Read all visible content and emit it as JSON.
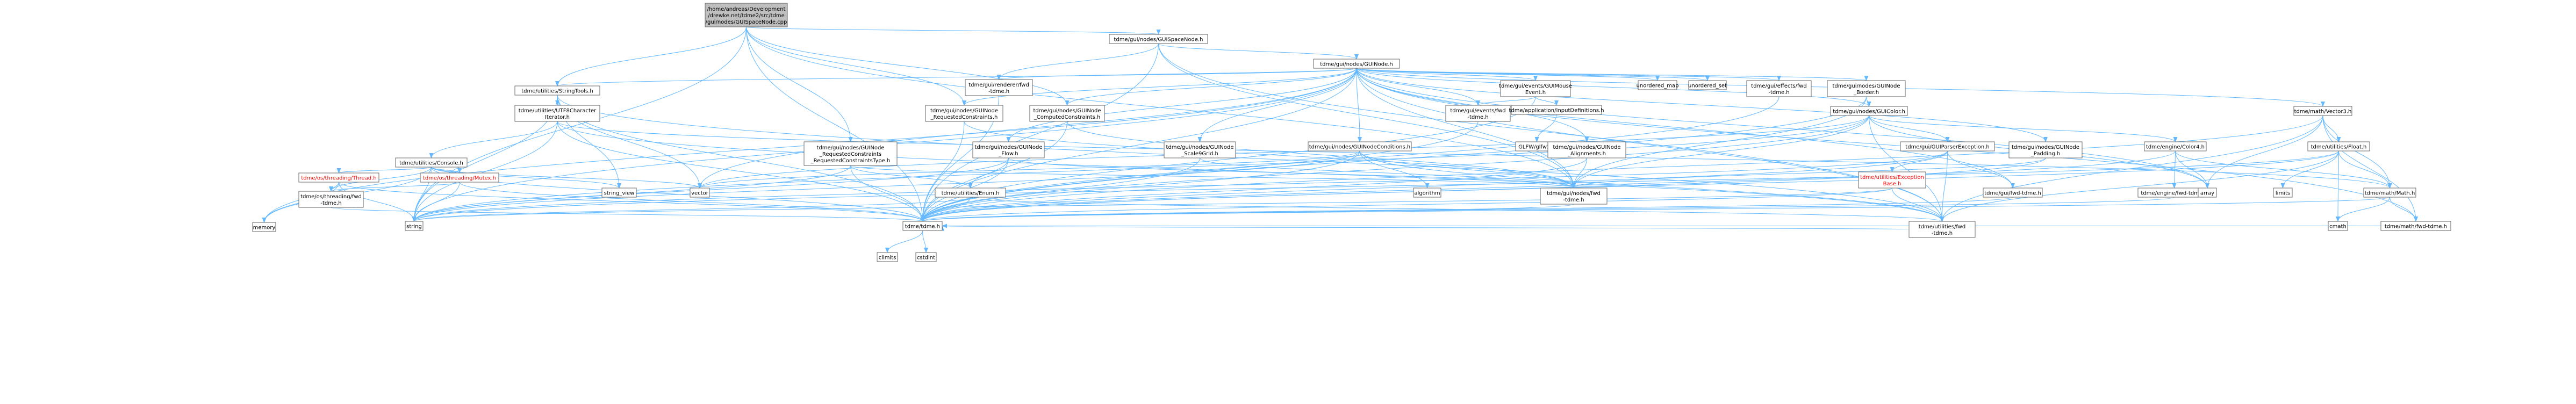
{
  "colors": {
    "root_fill": "#bfbfbf",
    "node_fill": "#ffffff",
    "node_border": "#666666",
    "edge": "#63b8ff",
    "red_text": "#ff0000",
    "black_text": "#000000"
  },
  "nodes": [
    {
      "id": "root",
      "lines": [
        "/home/andreas/Development",
        "/drewke.net/tdme2/src/tdme",
        "/gui/nodes/GUISpaceNode.cpp"
      ],
      "root": true
    },
    {
      "id": "spacenode_h",
      "lines": [
        "tdme/gui/nodes/GUISpaceNode.h"
      ]
    },
    {
      "id": "guinode_h",
      "lines": [
        "tdme/gui/nodes/GUINode.h"
      ]
    },
    {
      "id": "renderer_fwd",
      "lines": [
        "tdme/gui/renderer/fwd",
        "-tdme.h"
      ]
    },
    {
      "id": "stringtools",
      "lines": [
        "tdme/utilities/StringTools.h"
      ]
    },
    {
      "id": "utf8iter",
      "lines": [
        "tdme/utilities/UTF8Character",
        "Iterator.h"
      ]
    },
    {
      "id": "console",
      "lines": [
        "tdme/utilities/Console.h"
      ]
    },
    {
      "id": "thread",
      "lines": [
        "tdme/os/threading/Thread.h"
      ],
      "red": true
    },
    {
      "id": "mutex",
      "lines": [
        "tdme/os/threading/Mutex.h"
      ],
      "red": true
    },
    {
      "id": "threading_fwd",
      "lines": [
        "tdme/os/threading/fwd",
        "-tdme.h"
      ]
    },
    {
      "id": "memory",
      "lines": [
        "memory"
      ]
    },
    {
      "id": "reqconstraints",
      "lines": [
        "tdme/gui/nodes/GUINode",
        "_RequestedConstraints.h"
      ]
    },
    {
      "id": "compconstraints",
      "lines": [
        "tdme/gui/nodes/GUINode",
        "_ComputedConstraints.h"
      ]
    },
    {
      "id": "reqconstrtype",
      "lines": [
        "tdme/gui/nodes/GUINode",
        "_RequestedConstraints",
        "_RequestedConstraintsType.h"
      ]
    },
    {
      "id": "enum",
      "lines": [
        "tdme/utilities/Enum.h"
      ]
    },
    {
      "id": "flow",
      "lines": [
        "tdme/gui/nodes/GUINode",
        "_Flow.h"
      ]
    },
    {
      "id": "scale9",
      "lines": [
        "tdme/gui/nodes/GUINode",
        "_Scale9Grid.h"
      ]
    },
    {
      "id": "mouseevent",
      "lines": [
        "tdme/gui/events/GUIMouse",
        "Event.h"
      ]
    },
    {
      "id": "events_fwd",
      "lines": [
        "tdme/gui/events/fwd",
        "-tdme.h"
      ]
    },
    {
      "id": "inputdefs",
      "lines": [
        "tdme/application/InputDefinitions.h"
      ]
    },
    {
      "id": "glfw",
      "lines": [
        "GLFW/glfw3.h"
      ]
    },
    {
      "id": "conditions",
      "lines": [
        "tdme/gui/nodes/GUINodeConditions.h"
      ]
    },
    {
      "id": "algorithm",
      "lines": [
        "algorithm"
      ]
    },
    {
      "id": "alignments",
      "lines": [
        "tdme/gui/nodes/GUINode",
        "_Alignments.h"
      ]
    },
    {
      "id": "unordered_map",
      "lines": [
        "unordered_map"
      ]
    },
    {
      "id": "unordered_set",
      "lines": [
        "unordered_set"
      ]
    },
    {
      "id": "effects_fwd",
      "lines": [
        "tdme/gui/effects/fwd",
        "-tdme.h"
      ]
    },
    {
      "id": "border",
      "lines": [
        "tdme/gui/nodes/GUINode",
        "_Border.h"
      ]
    },
    {
      "id": "guicolor",
      "lines": [
        "tdme/gui/nodes/GUIColor.h"
      ]
    },
    {
      "id": "parserexc",
      "lines": [
        "tdme/gui/GUIParserException.h"
      ]
    },
    {
      "id": "excbase",
      "lines": [
        "tdme/utilities/Exception",
        "Base.h"
      ],
      "red": true
    },
    {
      "id": "gui_fwd",
      "lines": [
        "tdme/gui/fwd-tdme.h"
      ]
    },
    {
      "id": "color4",
      "lines": [
        "tdme/engine/Color4.h"
      ]
    },
    {
      "id": "engine_fwd",
      "lines": [
        "tdme/engine/fwd-tdme.h"
      ]
    },
    {
      "id": "padding",
      "lines": [
        "tdme/gui/nodes/GUINode",
        "_Padding.h"
      ]
    },
    {
      "id": "vector3",
      "lines": [
        "tdme/math/Vector3.h"
      ]
    },
    {
      "id": "float",
      "lines": [
        "tdme/utilities/Float.h"
      ]
    },
    {
      "id": "limits",
      "lines": [
        "limits"
      ]
    },
    {
      "id": "mathh",
      "lines": [
        "tdme/math/Math.h"
      ]
    },
    {
      "id": "cmath",
      "lines": [
        "cmath"
      ]
    },
    {
      "id": "math_fwd",
      "lines": [
        "tdme/math/fwd-tdme.h"
      ]
    },
    {
      "id": "array",
      "lines": [
        "array"
      ]
    },
    {
      "id": "nodes_fwd",
      "lines": [
        "tdme/gui/nodes/fwd",
        "-tdme.h"
      ]
    },
    {
      "id": "vector",
      "lines": [
        "vector"
      ]
    },
    {
      "id": "string_view",
      "lines": [
        "string_view"
      ]
    },
    {
      "id": "string",
      "lines": [
        "string"
      ]
    },
    {
      "id": "tdme_h",
      "lines": [
        "tdme/tdme.h"
      ]
    },
    {
      "id": "climits",
      "lines": [
        "climits"
      ]
    },
    {
      "id": "cstdint",
      "lines": [
        "cstdint"
      ]
    },
    {
      "id": "utilities_fwd",
      "lines": [
        "tdme/utilities/fwd",
        "-tdme.h"
      ]
    }
  ],
  "edges": [
    [
      "root",
      "spacenode_h"
    ],
    [
      "root",
      "stringtools"
    ],
    [
      "root",
      "reqconstraints"
    ],
    [
      "root",
      "compconstraints"
    ],
    [
      "root",
      "reqconstrtype"
    ],
    [
      "root",
      "string"
    ],
    [
      "root",
      "tdme_h"
    ],
    [
      "root",
      "nodes_fwd"
    ],
    [
      "spacenode_h",
      "guinode_h"
    ],
    [
      "spacenode_h",
      "renderer_fwd"
    ],
    [
      "spacenode_h",
      "nodes_fwd"
    ],
    [
      "spacenode_h",
      "utilities_fwd"
    ],
    [
      "spacenode_h",
      "tdme_h"
    ],
    [
      "guinode_h",
      "renderer_fwd"
    ],
    [
      "guinode_h",
      "stringtools"
    ],
    [
      "guinode_h",
      "memory"
    ],
    [
      "guinode_h",
      "reqconstraints"
    ],
    [
      "guinode_h",
      "compconstraints"
    ],
    [
      "guinode_h",
      "flow"
    ],
    [
      "guinode_h",
      "scale9"
    ],
    [
      "guinode_h",
      "mouseevent"
    ],
    [
      "guinode_h",
      "events_fwd"
    ],
    [
      "guinode_h",
      "conditions"
    ],
    [
      "guinode_h",
      "alignments"
    ],
    [
      "guinode_h",
      "unordered_map"
    ],
    [
      "guinode_h",
      "unordered_set"
    ],
    [
      "guinode_h",
      "effects_fwd"
    ],
    [
      "guinode_h",
      "border"
    ],
    [
      "guinode_h",
      "guicolor"
    ],
    [
      "guinode_h",
      "padding"
    ],
    [
      "guinode_h",
      "vector3"
    ],
    [
      "guinode_h",
      "gui_fwd"
    ],
    [
      "guinode_h",
      "nodes_fwd"
    ],
    [
      "guinode_h",
      "string"
    ],
    [
      "guinode_h",
      "vector"
    ],
    [
      "guinode_h",
      "tdme_h"
    ],
    [
      "guinode_h",
      "array"
    ],
    [
      "guinode_h",
      "math_fwd"
    ],
    [
      "guinode_h",
      "utilities_fwd"
    ],
    [
      "renderer_fwd",
      "tdme_h"
    ],
    [
      "stringtools",
      "utf8iter"
    ],
    [
      "stringtools",
      "string"
    ],
    [
      "stringtools",
      "string_view"
    ],
    [
      "stringtools",
      "vector"
    ],
    [
      "stringtools",
      "tdme_h"
    ],
    [
      "stringtools",
      "utilities_fwd"
    ],
    [
      "utf8iter",
      "console"
    ],
    [
      "utf8iter",
      "string"
    ],
    [
      "utf8iter",
      "tdme_h"
    ],
    [
      "utf8iter",
      "mathh"
    ],
    [
      "utf8iter",
      "utilities_fwd"
    ],
    [
      "console",
      "thread"
    ],
    [
      "console",
      "mutex"
    ],
    [
      "console",
      "threading_fwd"
    ],
    [
      "console",
      "memory"
    ],
    [
      "console",
      "string"
    ],
    [
      "console",
      "string_view"
    ],
    [
      "console",
      "vector"
    ],
    [
      "console",
      "tdme_h"
    ],
    [
      "thread",
      "memory"
    ],
    [
      "thread",
      "string"
    ],
    [
      "thread",
      "tdme_h"
    ],
    [
      "thread",
      "threading_fwd"
    ],
    [
      "mutex",
      "string"
    ],
    [
      "mutex",
      "tdme_h"
    ],
    [
      "mutex",
      "threading_fwd"
    ],
    [
      "threading_fwd",
      "tdme_h"
    ],
    [
      "reqconstraints",
      "nodes_fwd"
    ],
    [
      "reqconstraints",
      "tdme_h"
    ],
    [
      "compconstraints",
      "nodes_fwd"
    ],
    [
      "compconstraints",
      "tdme_h"
    ],
    [
      "reqconstrtype",
      "enum"
    ],
    [
      "reqconstrtype",
      "nodes_fwd"
    ],
    [
      "reqconstrtype",
      "string"
    ],
    [
      "reqconstrtype",
      "tdme_h"
    ],
    [
      "enum",
      "string"
    ],
    [
      "enum",
      "tdme_h"
    ],
    [
      "enum",
      "utilities_fwd"
    ],
    [
      "flow",
      "enum"
    ],
    [
      "flow",
      "string"
    ],
    [
      "flow",
      "tdme_h"
    ],
    [
      "flow",
      "nodes_fwd"
    ],
    [
      "scale9",
      "nodes_fwd"
    ],
    [
      "scale9",
      "tdme_h"
    ],
    [
      "mouseevent",
      "events_fwd"
    ],
    [
      "mouseevent",
      "inputdefs"
    ],
    [
      "mouseevent",
      "tdme_h"
    ],
    [
      "events_fwd",
      "tdme_h"
    ],
    [
      "inputdefs",
      "glfw"
    ],
    [
      "conditions",
      "algorithm"
    ],
    [
      "conditions",
      "nodes_fwd"
    ],
    [
      "conditions",
      "string"
    ],
    [
      "conditions",
      "vector"
    ],
    [
      "conditions",
      "tdme_h"
    ],
    [
      "conditions",
      "utilities_fwd"
    ],
    [
      "alignments",
      "nodes_fwd"
    ],
    [
      "alignments",
      "tdme_h"
    ],
    [
      "effects_fwd",
      "tdme_h"
    ],
    [
      "border",
      "guicolor"
    ],
    [
      "border",
      "nodes_fwd"
    ],
    [
      "border",
      "tdme_h"
    ],
    [
      "guicolor",
      "parserexc"
    ],
    [
      "guicolor",
      "color4"
    ],
    [
      "guicolor",
      "nodes_fwd"
    ],
    [
      "guicolor",
      "string"
    ],
    [
      "guicolor",
      "vector"
    ],
    [
      "guicolor",
      "tdme_h"
    ],
    [
      "guicolor",
      "utilities_fwd"
    ],
    [
      "guicolor",
      "array"
    ],
    [
      "parserexc",
      "excbase"
    ],
    [
      "parserexc",
      "gui_fwd"
    ],
    [
      "parserexc",
      "string"
    ],
    [
      "parserexc",
      "tdme_h"
    ],
    [
      "parserexc",
      "utilities_fwd"
    ],
    [
      "excbase",
      "string"
    ],
    [
      "excbase",
      "tdme_h"
    ],
    [
      "excbase",
      "utilities_fwd"
    ],
    [
      "gui_fwd",
      "tdme_h"
    ],
    [
      "color4",
      "engine_fwd"
    ],
    [
      "color4",
      "array"
    ],
    [
      "color4",
      "tdme_h"
    ],
    [
      "color4",
      "mathh"
    ],
    [
      "engine_fwd",
      "tdme_h"
    ],
    [
      "padding",
      "nodes_fwd"
    ],
    [
      "padding",
      "tdme_h"
    ],
    [
      "vector3",
      "float"
    ],
    [
      "vector3",
      "mathh"
    ],
    [
      "vector3",
      "math_fwd"
    ],
    [
      "vector3",
      "array"
    ],
    [
      "vector3",
      "tdme_h"
    ],
    [
      "vector3",
      "utilities_fwd"
    ],
    [
      "float",
      "limits"
    ],
    [
      "float",
      "mathh"
    ],
    [
      "float",
      "cmath"
    ],
    [
      "float",
      "string"
    ],
    [
      "float",
      "tdme_h"
    ],
    [
      "float",
      "utilities_fwd"
    ],
    [
      "mathh",
      "cmath"
    ],
    [
      "mathh",
      "math_fwd"
    ],
    [
      "mathh",
      "tdme_h"
    ],
    [
      "math_fwd",
      "tdme_h"
    ],
    [
      "nodes_fwd",
      "tdme_h"
    ],
    [
      "tdme_h",
      "climits"
    ],
    [
      "tdme_h",
      "cstdint"
    ],
    [
      "utilities_fwd",
      "tdme_h"
    ]
  ]
}
